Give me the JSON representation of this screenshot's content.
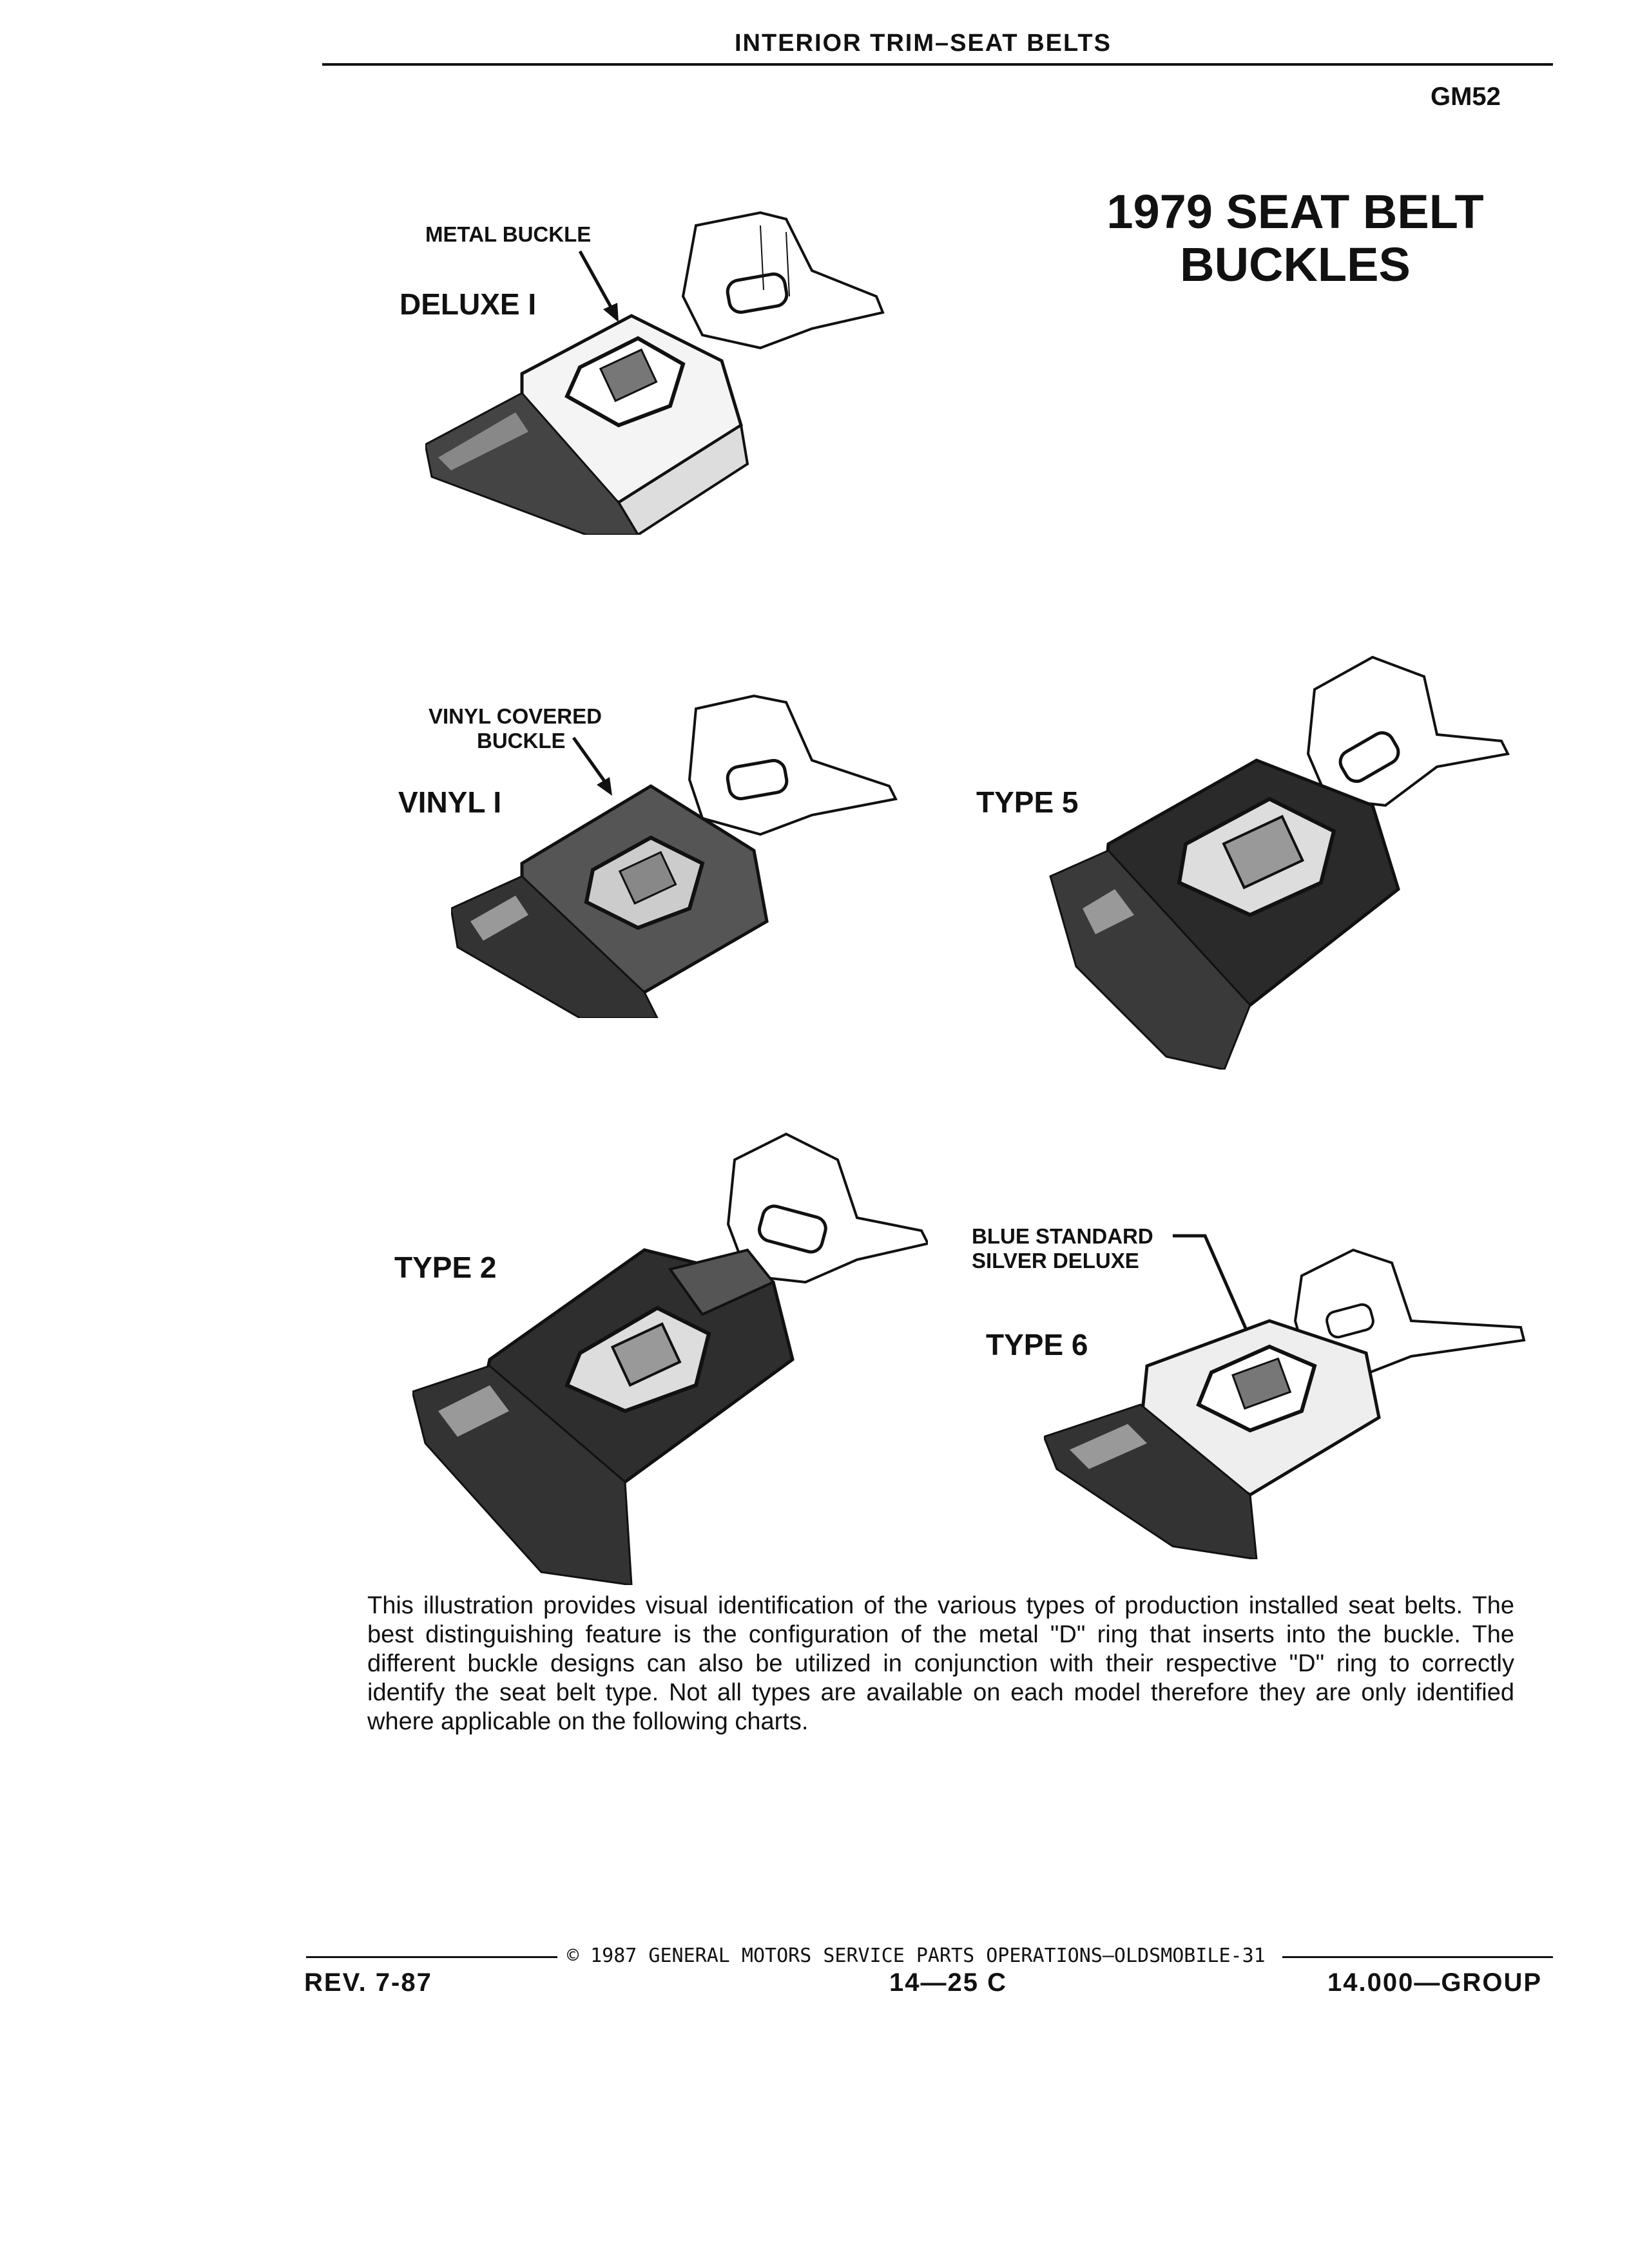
{
  "header": {
    "section_title": "INTERIOR TRIM–SEAT BELTS",
    "code": "GM52"
  },
  "main_title": "1979 SEAT BELT BUCKLES",
  "illustrations": {
    "deluxe1": {
      "callout": "METAL BUCKLE",
      "label": "DELUXE I"
    },
    "vinyl1": {
      "callout_line1": "VINYL COVERED",
      "callout_line2": "BUCKLE",
      "label": "VINYL I"
    },
    "type5": {
      "label": "TYPE 5"
    },
    "type2": {
      "label": "TYPE 2"
    },
    "type6": {
      "callout_line1": "BLUE STANDARD",
      "callout_line2": "SILVER DELUXE",
      "label": "TYPE 6"
    }
  },
  "description": "This illustration provides visual identification of the various types of production installed seat belts. The best distinguishing feature is the configuration of the metal \"D\" ring that inserts into the buckle. The different buckle designs can also be utilized in conjunction with their respective \"D\" ring to correctly identify the seat belt type. Not all types are available on each model therefore they are only identified where applicable on the following charts.",
  "footer": {
    "copyright": "© 1987 GENERAL MOTORS SERVICE PARTS OPERATIONS—OLDSMOBILE-31",
    "revision": "REV. 7-87",
    "page": "14—25 C",
    "group": "14.000—GROUP"
  }
}
